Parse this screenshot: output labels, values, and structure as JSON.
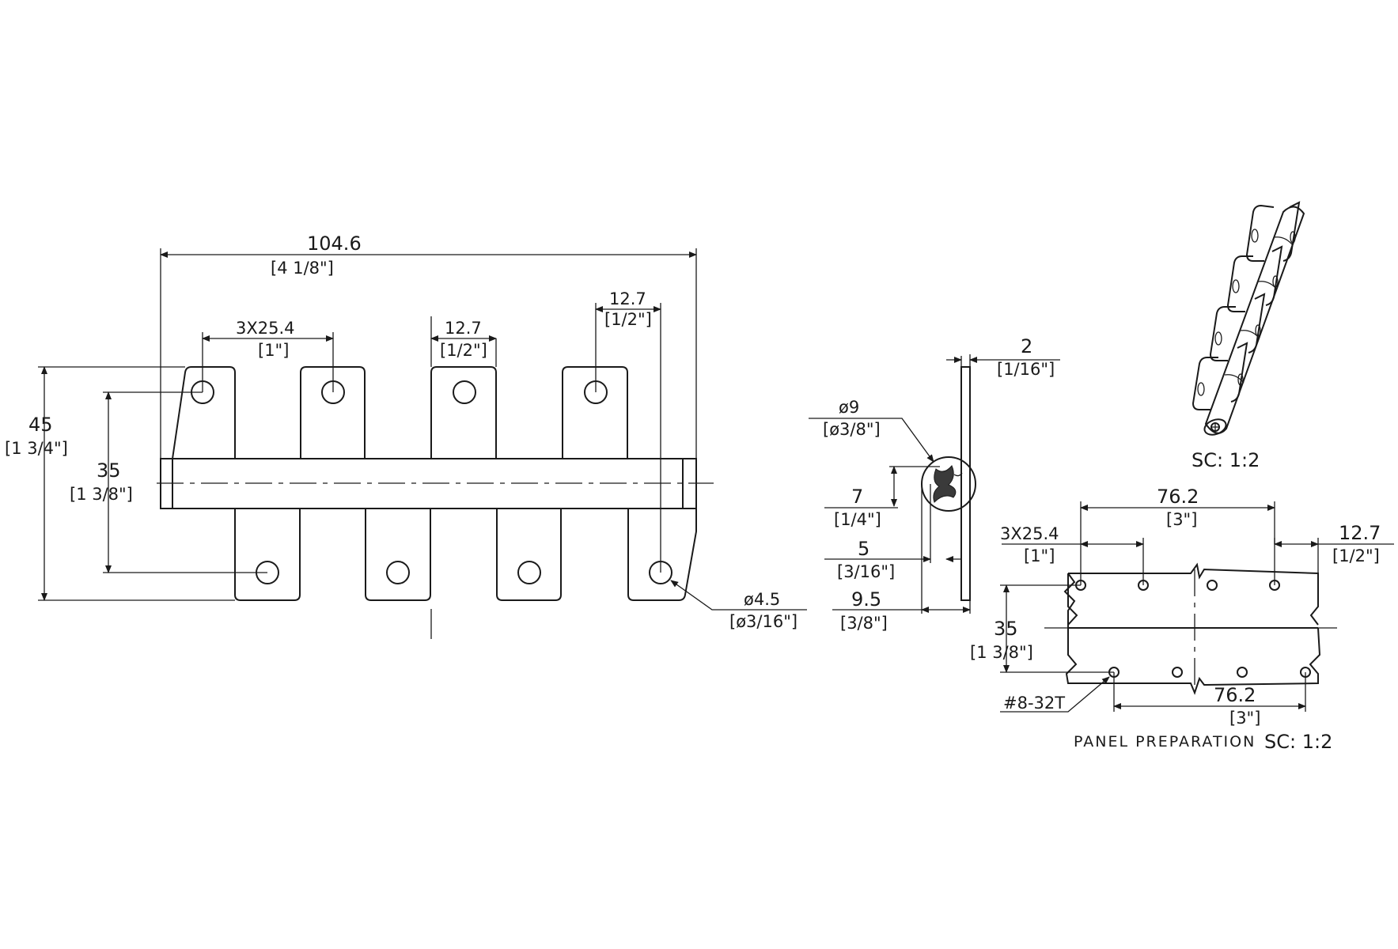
{
  "front_view": {
    "overall_length": {
      "mm": "104.6",
      "in": "[4 1/8\"]"
    },
    "hole_spacing": {
      "mm": "3X25.4",
      "in": "[1\"]"
    },
    "knuckle_gap": {
      "mm": "12.7",
      "in": "[1/2\"]"
    },
    "edge_offset": {
      "mm": "12.7",
      "in": "[1/2\"]"
    },
    "overall_height": {
      "mm": "45",
      "in": "[1 3/4\"]"
    },
    "hole_row_spacing": {
      "mm": "35",
      "in": "[1 3/8\"]"
    },
    "hole_diameter": {
      "mm": "ø4.5",
      "in": "[ø3/16\"]"
    }
  },
  "side_view": {
    "thickness": {
      "mm": "2",
      "in": "[1/16\"]"
    },
    "knuckle_diameter": {
      "mm": "ø9",
      "in": "[ø3/8\"]"
    },
    "pin_offset": {
      "mm": "7",
      "in": "[1/4\"]"
    },
    "pin_to_face": {
      "mm": "5",
      "in": "[3/16\"]"
    },
    "knuckle_depth": {
      "mm": "9.5",
      "in": "[3/8\"]"
    }
  },
  "isometric_view": {
    "scale": "SC: 1:2"
  },
  "panel_view": {
    "top_span": {
      "mm": "76.2",
      "in": "[3\"]"
    },
    "hole_spacing": {
      "mm": "3X25.4",
      "in": "[1\"]"
    },
    "edge_offset": {
      "mm": "12.7",
      "in": "[1/2\"]"
    },
    "row_spacing": {
      "mm": "35",
      "in": "[1 3/8\"]"
    },
    "bottom_span": {
      "mm": "76.2",
      "in": "[3\"]"
    },
    "thread_callout": "#8-32T",
    "caption": "PANEL PREPARATION",
    "scale": "SC: 1:2"
  }
}
